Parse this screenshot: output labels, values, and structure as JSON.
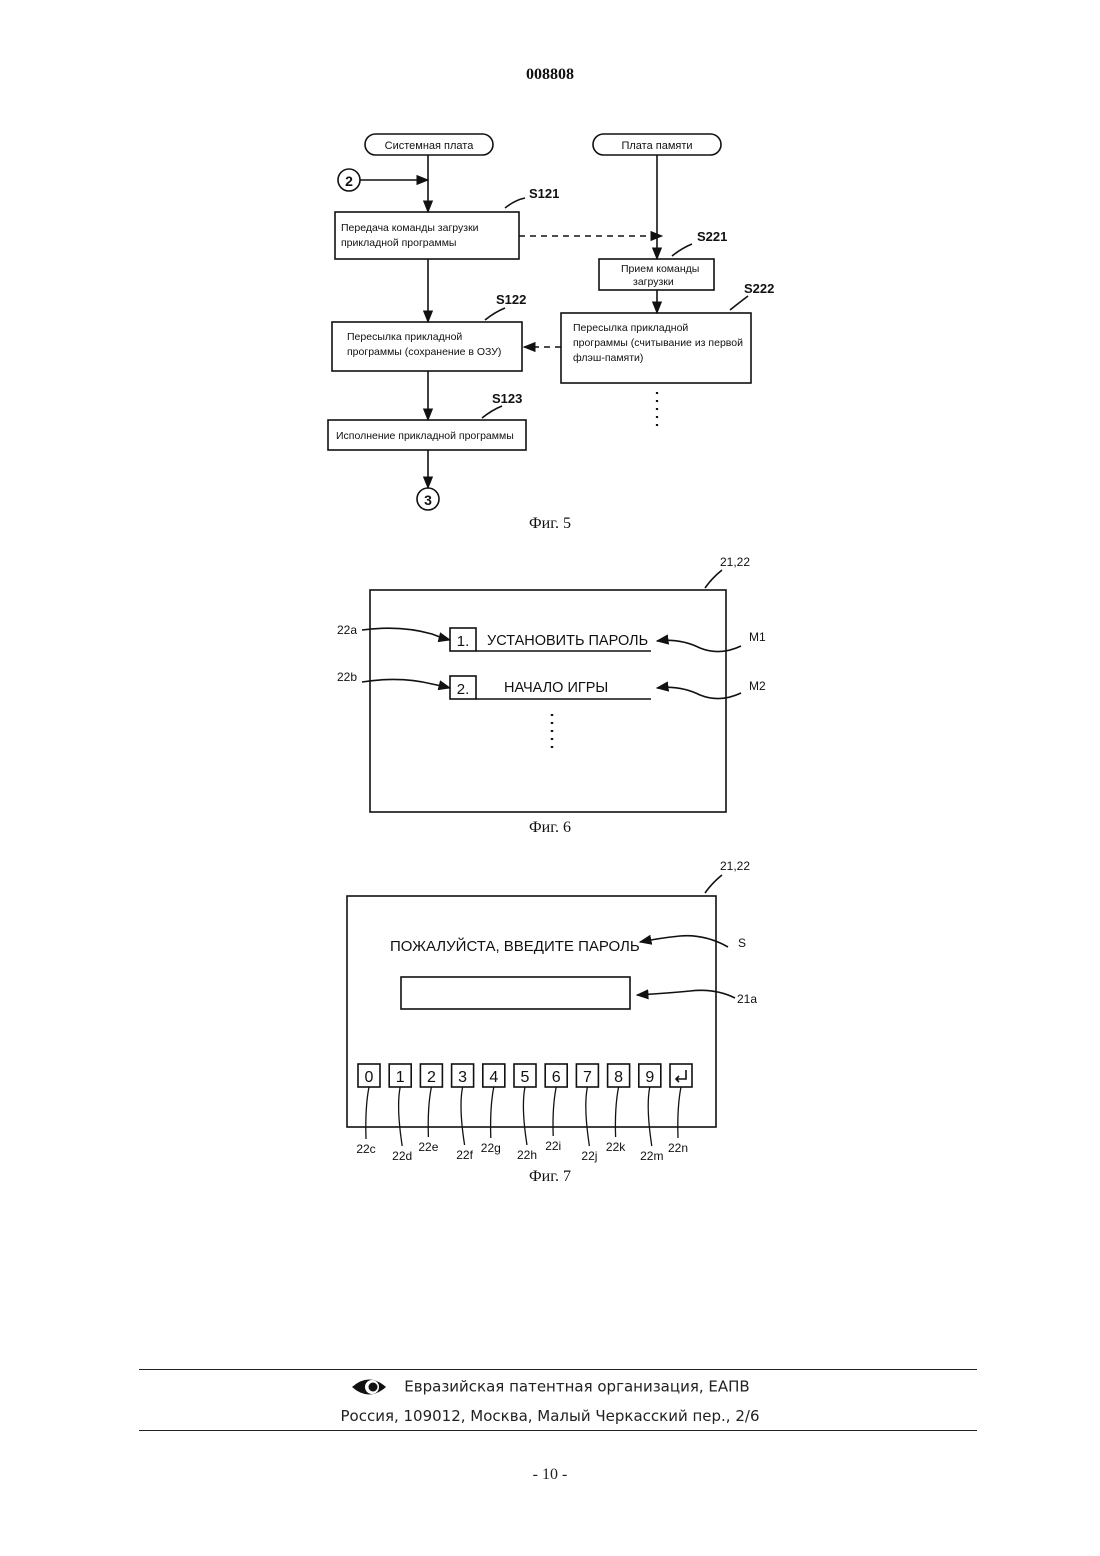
{
  "header": {
    "doc_number": "008808"
  },
  "fig5": {
    "caption": "Фиг. 5",
    "lane_left": "Системная плата",
    "lane_right": "Плата памяти",
    "connector_in": "2",
    "connector_out": "3",
    "steps": {
      "s121": {
        "label": "S121",
        "line1": "Передача команды загрузки",
        "line2": "прикладной программы"
      },
      "s122": {
        "label": "S122",
        "line1": "Пересылка прикладной",
        "line2": "программы (сохранение в ОЗУ)"
      },
      "s123": {
        "label": "S123",
        "line1": "Исполнение прикладной программы"
      },
      "s221": {
        "label": "S221",
        "line1": "Прием команды",
        "line2": "загрузки"
      },
      "s222": {
        "label": "S222",
        "line1": "Пересылка прикладной",
        "line2": "программы (считывание из первой",
        "line3": "флэш-памяти)"
      }
    }
  },
  "fig6": {
    "caption": "Фиг. 6",
    "ref_screen": "21,22",
    "item1": {
      "num": "1.",
      "text": "УСТАНОВИТЬ ПАРОЛЬ",
      "ref_left": "22a",
      "ref_right": "M1"
    },
    "item2": {
      "num": "2.",
      "text": "НАЧАЛО ИГРЫ",
      "ref_left": "22b",
      "ref_right": "M2"
    }
  },
  "fig7": {
    "caption": "Фиг. 7",
    "ref_screen": "21,22",
    "prompt": "ПОЖАЛУЙСТА, ВВЕДИТЕ ПАРОЛЬ",
    "ref_prompt": "S",
    "ref_input": "21a",
    "keys": [
      "0",
      "1",
      "2",
      "3",
      "4",
      "5",
      "6",
      "7",
      "8",
      "9"
    ],
    "enter_icon": "enter-key-icon",
    "key_refs": [
      "22c",
      "22d",
      "22e",
      "22f",
      "22g",
      "22h",
      "22i",
      "22j",
      "22k",
      "22m",
      "22n"
    ]
  },
  "footer": {
    "org": "Евразийская патентная организация, ЕАПВ",
    "address": "Россия, 109012, Москва, Малый Черкасский пер., 2/6"
  },
  "page": {
    "number": "- 10 -"
  }
}
